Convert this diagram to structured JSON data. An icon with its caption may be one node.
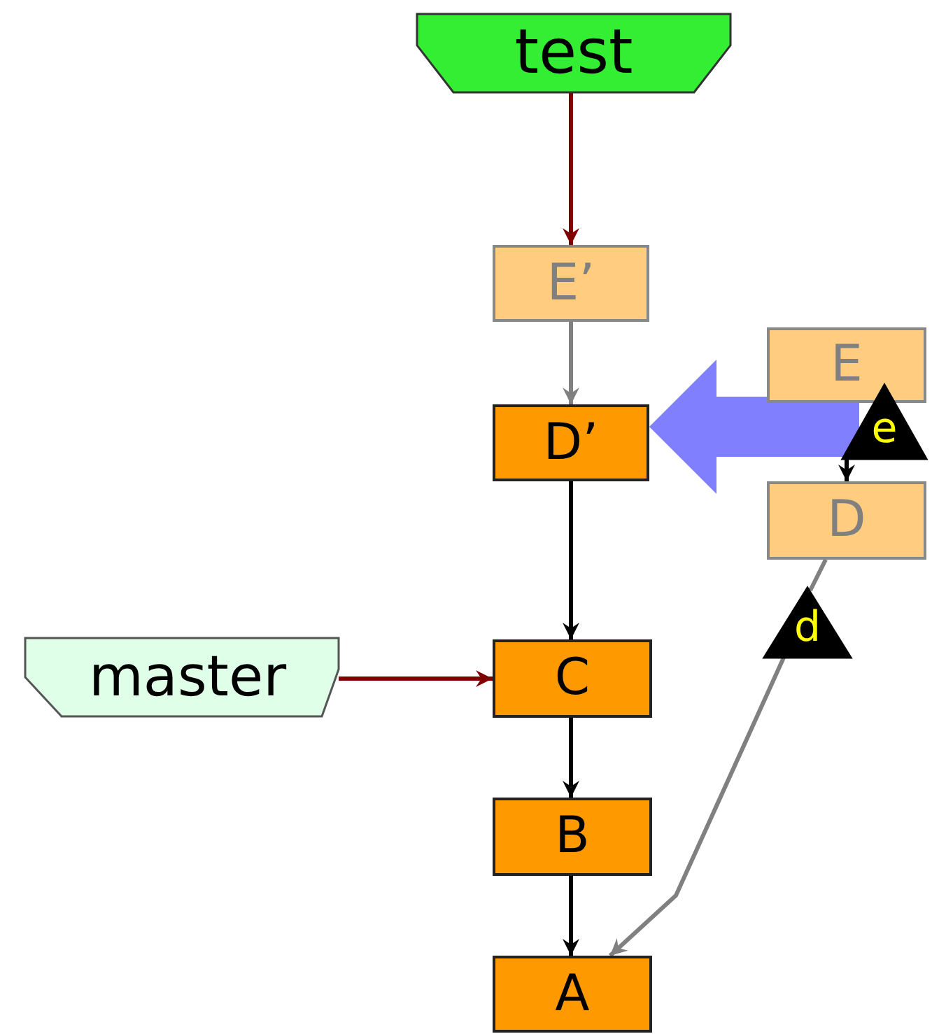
{
  "diagram": {
    "nodes": [
      {
        "text": [
          "test"
        ]
      },
      {
        "text": [
          "E’"
        ]
      },
      {
        "text": [
          "E"
        ]
      },
      {
        "text": [
          "D’"
        ]
      },
      {
        "text": [
          "D"
        ]
      },
      {
        "text": [
          "master"
        ]
      },
      {
        "text": [
          "C"
        ]
      },
      {
        "text": [
          "B"
        ]
      },
      {
        "text": [
          "A"
        ]
      },
      {
        "text": [
          "e"
        ]
      },
      {
        "text": [
          "d"
        ]
      }
    ],
    "edges": [
      {
        "from": 0,
        "to": 1,
        "arrow": "to",
        "color": "#800000"
      },
      {
        "from": 1,
        "to": 3,
        "arrow": "to",
        "color": "#808080"
      },
      {
        "from": 3,
        "to": 6,
        "arrow": "to"
      },
      {
        "from": 5,
        "to": 6,
        "arrow": "to",
        "color": "#800000"
      },
      {
        "from": 6,
        "to": 7,
        "arrow": "to"
      },
      {
        "from": 7,
        "to": 8,
        "arrow": "to"
      },
      {
        "from": 9,
        "to": 4,
        "arrow": "to"
      },
      {
        "from": 4,
        "to": 10,
        "arrow": "none",
        "color": "#808080"
      },
      {
        "from": 10,
        "to": 8,
        "arrow": "to",
        "color": "#808080"
      },
      {
        "from": 9,
        "to": 3,
        "arrow": "to",
        "style": "thick",
        "color": "#8080ff"
      }
    ]
  }
}
